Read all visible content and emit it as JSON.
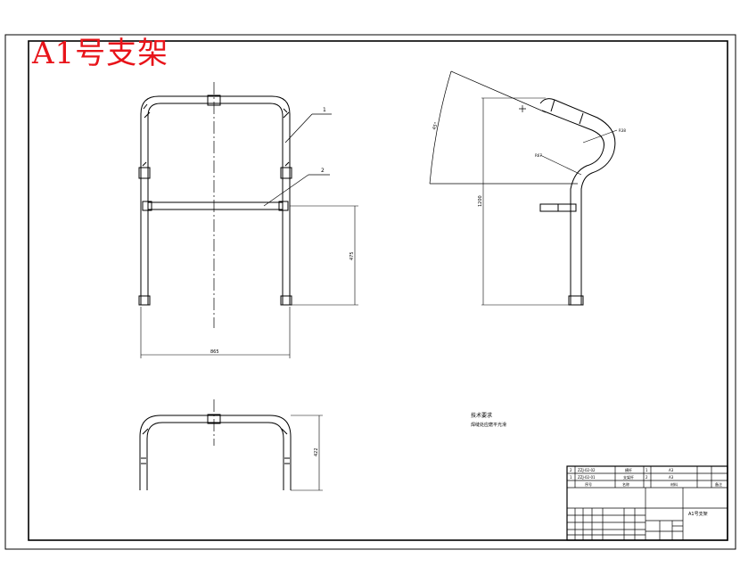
{
  "drawing": {
    "title": "A1号支架",
    "title_color": "#e8141a",
    "line_color": "#000000",
    "part_labels": [
      "1",
      "2"
    ],
    "dim_front_width": "865",
    "dim_front_lower_height": "475",
    "dim_top_depth": "422",
    "dim_side_height": "1200",
    "dim_side_radius_small": "R67",
    "dim_side_radius_large": "R38",
    "dim_side_angle": "45°",
    "notes": [
      "技术要求",
      "焊缝处应磨平光滑"
    ]
  },
  "title_block": {
    "rows": [
      {
        "no": "2",
        "code": "ZZJ-02-02",
        "name": "横杆",
        "qty": "1",
        "material": "A3"
      },
      {
        "no": "1",
        "code": "ZZJ-02-01",
        "name": "支架杆",
        "qty": "2",
        "material": "A3"
      }
    ],
    "headers": {
      "no": "序号",
      "name": "名称",
      "material": "材料",
      "remark": "备注"
    },
    "product_name": "A1号支架"
  }
}
